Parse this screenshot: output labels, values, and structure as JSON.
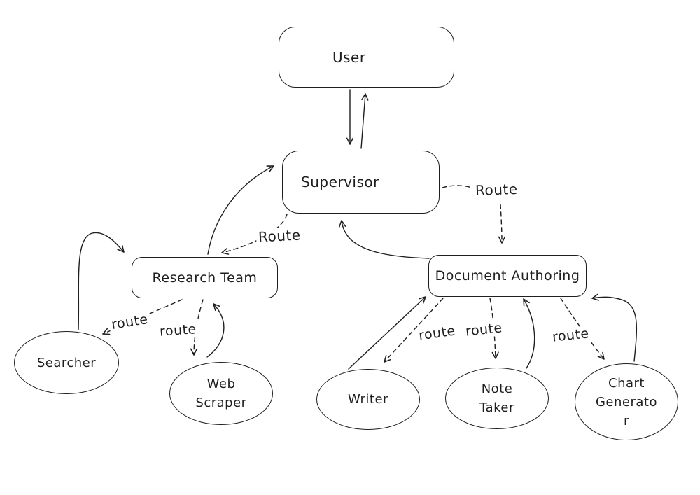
{
  "diagram": {
    "title": "Multi-agent supervisor hierarchy diagram",
    "colors": {
      "stroke": "#1e1e1e",
      "background": "#ffffff"
    },
    "nodes": {
      "user": {
        "label": "User",
        "shape": "rectangle"
      },
      "supervisor": {
        "label": "Supervisor",
        "shape": "rectangle"
      },
      "research_team": {
        "label": "Research Team",
        "shape": "rectangle"
      },
      "document_authoring": {
        "label": "Document Authoring",
        "shape": "rectangle"
      },
      "searcher": {
        "label": "Searcher",
        "shape": "ellipse"
      },
      "web_scraper": {
        "label": "Web Scraper",
        "shape": "ellipse",
        "lines": [
          "Web",
          "Scraper"
        ]
      },
      "writer": {
        "label": "Writer",
        "shape": "ellipse"
      },
      "note_taker": {
        "label": "Note Taker",
        "shape": "ellipse",
        "lines": [
          "Note",
          "Taker"
        ]
      },
      "chart_generator": {
        "label": "Chart Generator",
        "shape": "ellipse",
        "lines": [
          "Chart",
          "Generato",
          "r"
        ]
      }
    },
    "edges": [
      {
        "id": "user-to-supervisor",
        "from": "user",
        "to": "supervisor",
        "style": "solid"
      },
      {
        "id": "supervisor-to-user",
        "from": "supervisor",
        "to": "user",
        "style": "solid"
      },
      {
        "id": "research-team-to-supervisor",
        "from": "research_team",
        "to": "supervisor",
        "style": "solid"
      },
      {
        "id": "supervisor-to-research-team",
        "from": "supervisor",
        "to": "research_team",
        "style": "dashed",
        "label": "Route"
      },
      {
        "id": "supervisor-to-document-authoring",
        "from": "supervisor",
        "to": "document_authoring",
        "style": "dashed",
        "label": "Route"
      },
      {
        "id": "document-authoring-to-supervisor",
        "from": "document_authoring",
        "to": "supervisor",
        "style": "solid"
      },
      {
        "id": "research-team-to-searcher",
        "from": "research_team",
        "to": "searcher",
        "style": "dashed",
        "label": "route"
      },
      {
        "id": "searcher-to-research-team",
        "from": "searcher",
        "to": "research_team",
        "style": "solid"
      },
      {
        "id": "research-team-to-web-scraper",
        "from": "research_team",
        "to": "web_scraper",
        "style": "dashed",
        "label": "route"
      },
      {
        "id": "web-scraper-to-research-team",
        "from": "web_scraper",
        "to": "research_team",
        "style": "solid"
      },
      {
        "id": "document-authoring-to-writer",
        "from": "document_authoring",
        "to": "writer",
        "style": "dashed",
        "label": "route"
      },
      {
        "id": "writer-to-document-authoring",
        "from": "writer",
        "to": "document_authoring",
        "style": "solid"
      },
      {
        "id": "document-authoring-to-note-taker",
        "from": "document_authoring",
        "to": "note_taker",
        "style": "dashed",
        "label": "route"
      },
      {
        "id": "note-taker-to-document-authoring",
        "from": "note_taker",
        "to": "document_authoring",
        "style": "solid"
      },
      {
        "id": "document-authoring-to-chart-generator",
        "from": "document_authoring",
        "to": "chart_generator",
        "style": "dashed",
        "label": "route"
      },
      {
        "id": "chart-generator-to-document-authoring",
        "from": "chart_generator",
        "to": "document_authoring",
        "style": "solid"
      }
    ]
  }
}
